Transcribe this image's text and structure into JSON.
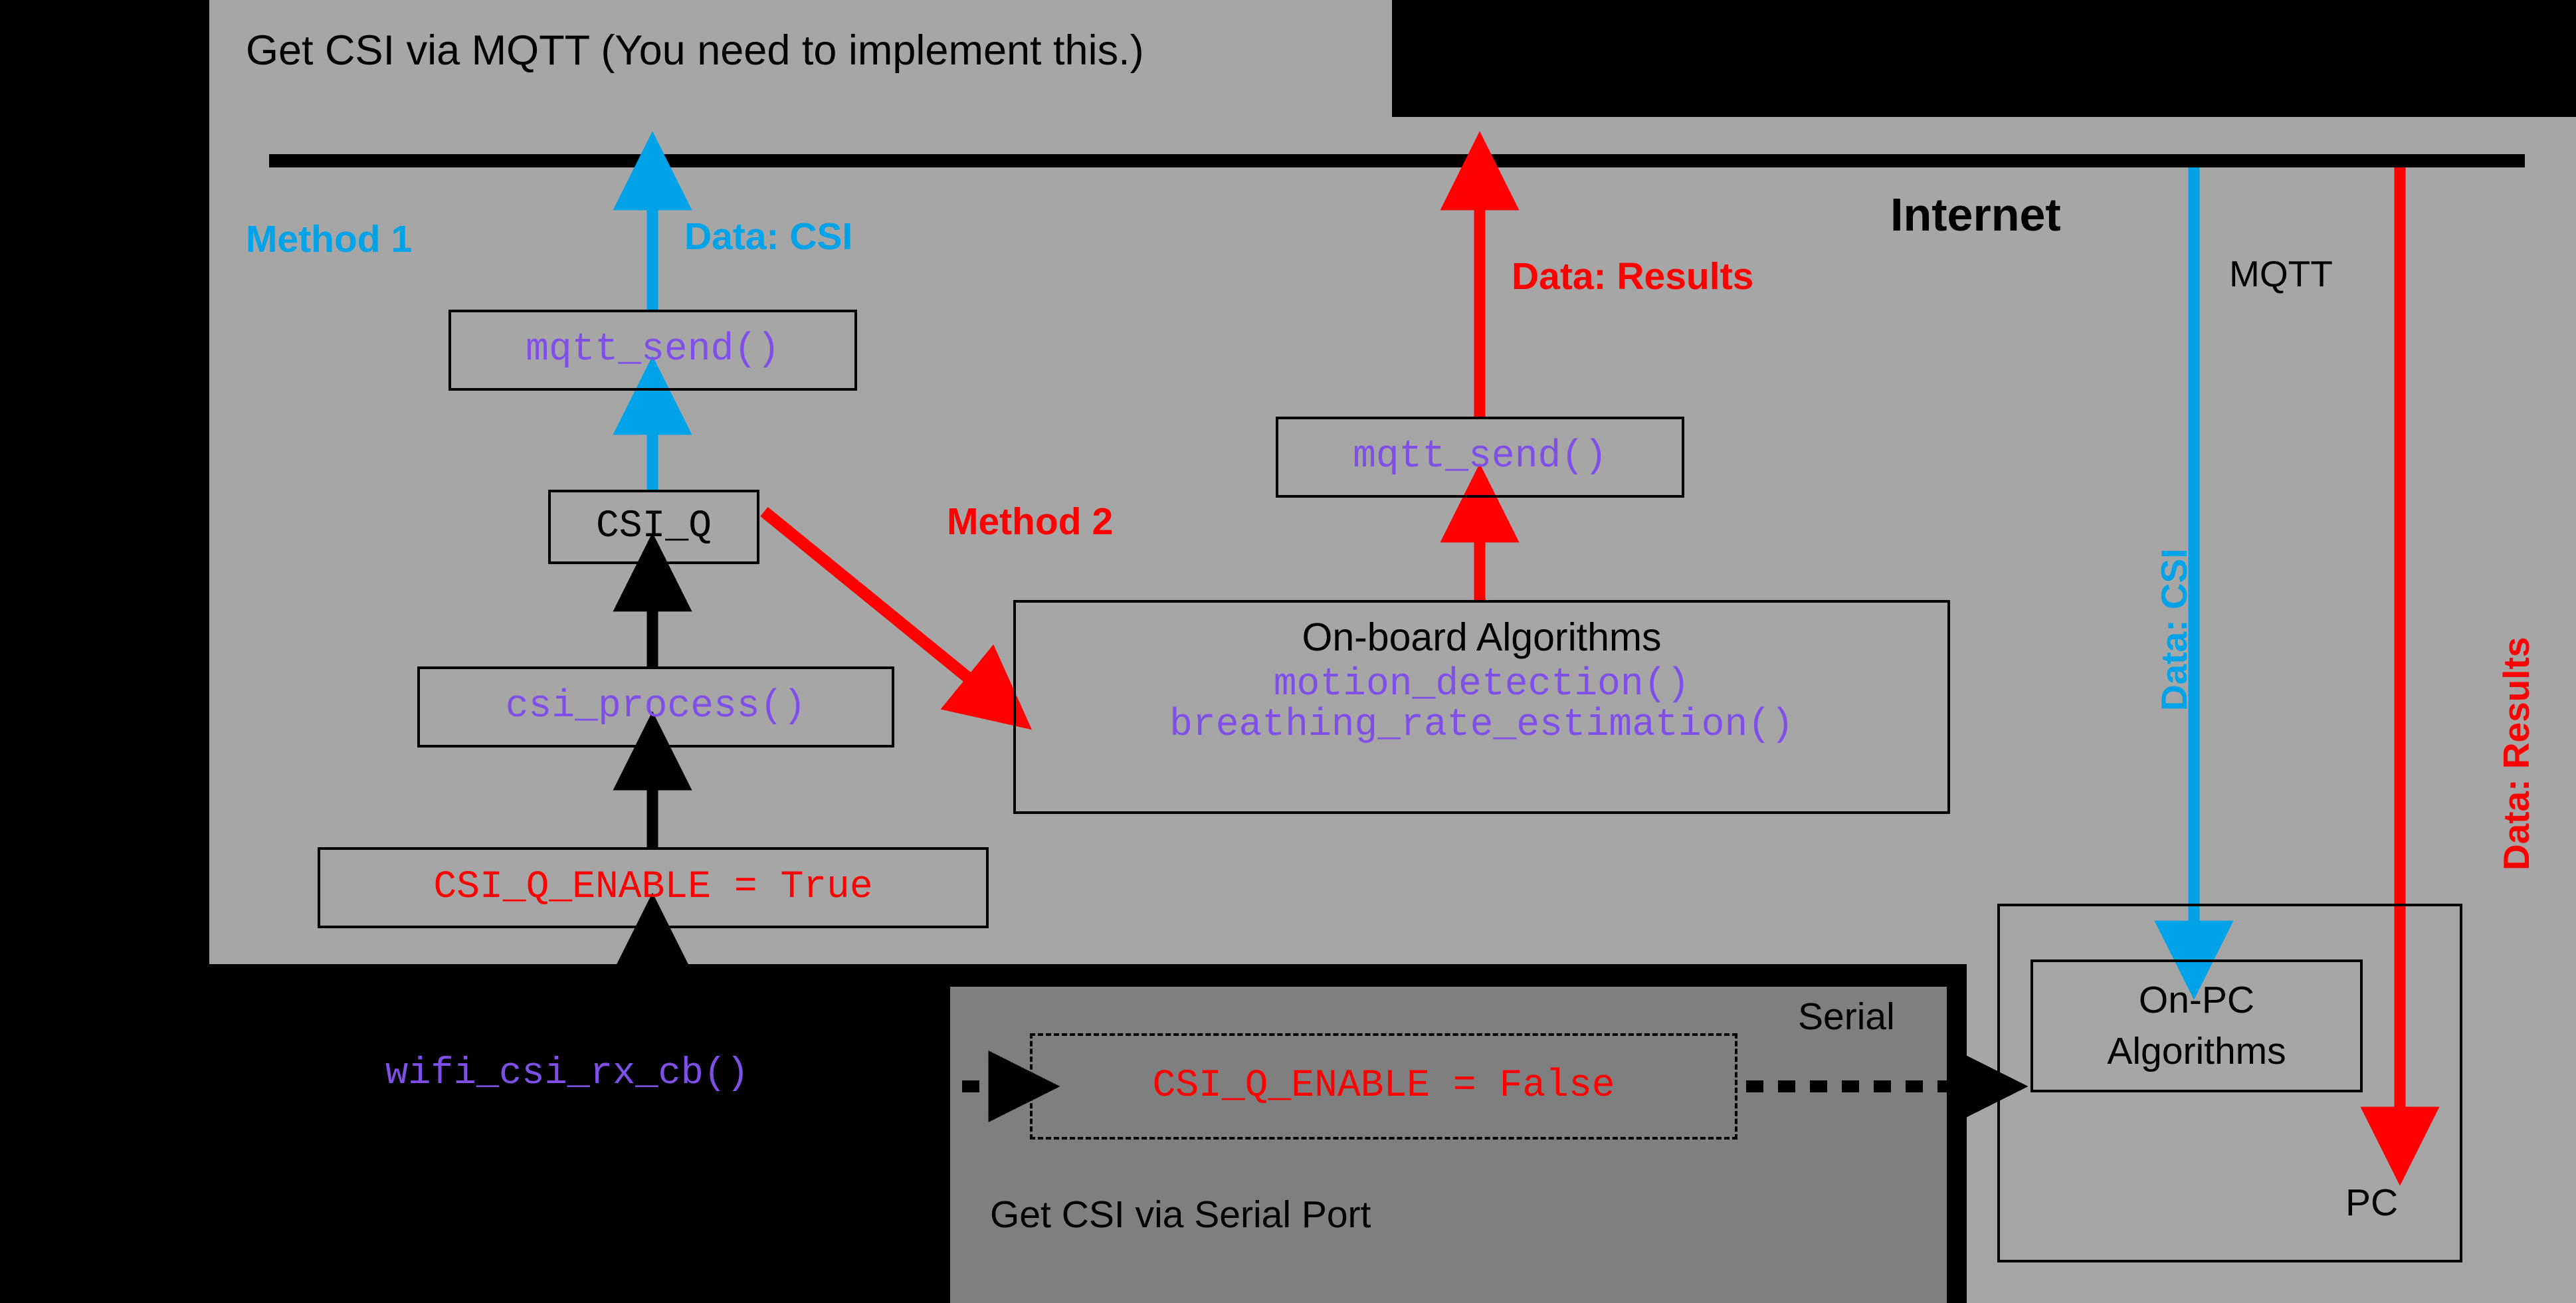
{
  "diagram": {
    "title": "Get CSI via MQTT (You need to implement this.)",
    "internet_label": "Internet",
    "mqtt_label": "MQTT",
    "method1_label": "Method 1",
    "method2_label": "Method 2",
    "data_csi_label": "Data: CSI",
    "data_results_label": "Data: Results",
    "vertical_data_csi": "Data: CSI",
    "vertical_data_results": "Data: Results",
    "serial_label": "Serial",
    "serial_panel_title": "Get CSI via Serial Port",
    "pc_label": "PC"
  },
  "boxes": {
    "mqtt_send_1": "mqtt_send()",
    "csi_q": "CSI_Q",
    "csi_process": "csi_process()",
    "csi_q_enable_true": "CSI_Q_ENABLE = True",
    "mqtt_send_2": "mqtt_send()",
    "onboard_title": "On-board Algorithms",
    "onboard_fn_1": "motion_detection()",
    "onboard_fn_2": "breathing_rate_estimation()",
    "csi_q_enable_false": "CSI_Q_ENABLE = False",
    "wifi_csi_rx_cb": "wifi_csi_rx_cb()",
    "onpc_line1": "On-PC",
    "onpc_line2": "Algorithms"
  },
  "colors": {
    "panel_light": "#a6a6a6",
    "panel_dark": "#7f7f7f",
    "background": "#000000",
    "cyan": "#00a2e8",
    "red": "#ff0000",
    "purple": "#7f4fe8",
    "black": "#000000"
  }
}
